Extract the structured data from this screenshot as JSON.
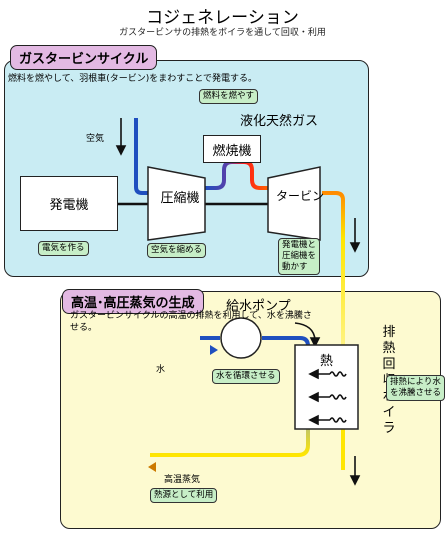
{
  "header": {
    "title": "コジェネレーション",
    "subtitle": "ガスタービンサの排熱をボイラを通して回収・利用"
  },
  "gas_section": {
    "title": "ガスタービンサイクル",
    "description": "燃料を燃やして、羽根車(タービン)をまわすことで発電する。",
    "labels": {
      "lng": "液化天然ガス",
      "combustor": "燃焼機",
      "generator": "発電機",
      "compressor": "圧縮機",
      "turbine": "タービン",
      "air": "空気"
    },
    "tags": {
      "fuel": "燃料を燃やす",
      "electricity": "電気を作る",
      "compress": "空気を縮める",
      "turbine_line1": "発電機と",
      "turbine_line2": "圧縮機を",
      "turbine_line3": "動かす"
    }
  },
  "steam_section": {
    "title": "高温･高圧蒸気の生成",
    "description": "ガスタービンサイクルの高温の排熱を利用して、水を沸騰させる。",
    "labels": {
      "pump": "給水ポンプ",
      "water": "水",
      "steam": "高温蒸気",
      "heat": "熱",
      "boiler_vertical": "排熱回収ボイラ"
    },
    "tags": {
      "circulate": "水を循環させる",
      "boil_line1": "排熱により水",
      "boil_line2": "を沸騰させる",
      "use_heat": "熱源として利用"
    }
  },
  "colors": {
    "gas_panel": "#c9ecf3",
    "steam_panel": "#fdfad0",
    "section_title": "#e3b9e3",
    "tag": "#c7eec7",
    "cold_pipe": "#1f4fbf",
    "hot_pipe": "#ff1a1a",
    "exhaust_pipe": "#ffe600"
  }
}
